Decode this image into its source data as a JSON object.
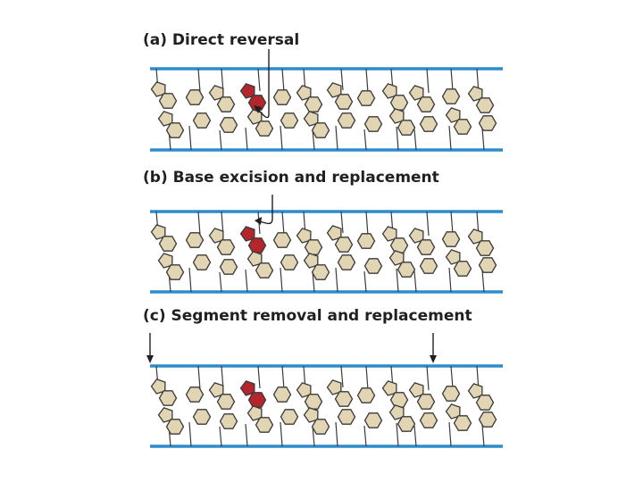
{
  "colors": {
    "backbone": "#2f8ccc",
    "base_fill": "#e2d5b4",
    "base_stroke": "#3a3a3a",
    "damaged_fill": "#b5252c",
    "arrow": "#231f20"
  },
  "panels": [
    {
      "title": "(a) Direct reversal"
    },
    {
      "title": "(b) Base excision and replacement"
    },
    {
      "title": "(c) Segment removal and replacement"
    }
  ]
}
